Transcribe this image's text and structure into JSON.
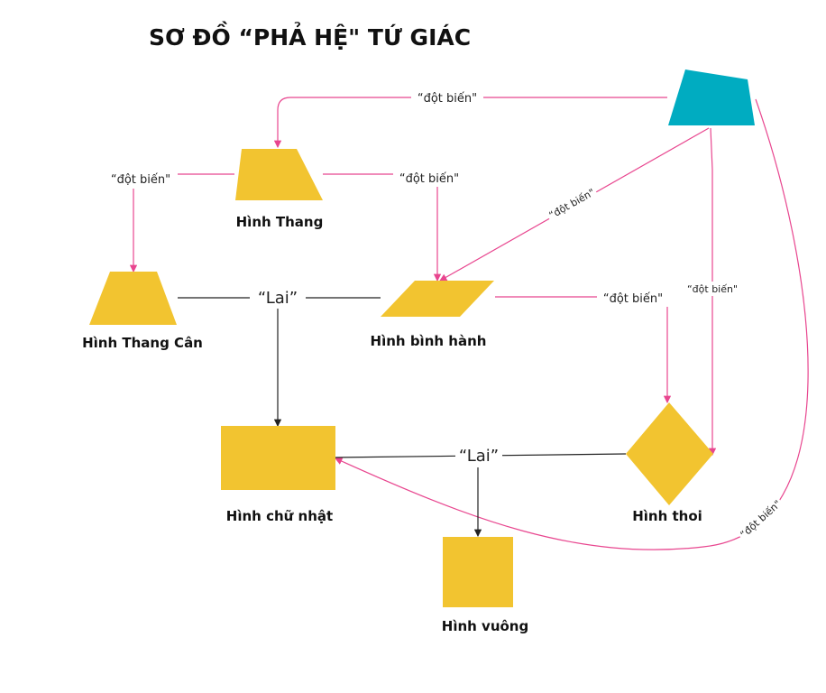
{
  "title": "SƠ ĐỒ “PHẢ HỆ\" TỨ GIÁC",
  "colors": {
    "shape_fill": "#f2c430",
    "root_fill": "#00acc1",
    "mutation_edge": "#e8468f",
    "cross_edge": "#222222"
  },
  "nodes": {
    "trapezoid": "Hình Thang",
    "isosceles_trapezoid": "Hình Thang Cân",
    "parallelogram": "Hình bình hành",
    "rectangle": "Hình chữ nhật",
    "rhombus": "Hình thoi",
    "square": "Hình vuông"
  },
  "edges": {
    "root_to_trapezoid": "“đột biến\"",
    "trapezoid_to_isosceles": "“đột biến\"",
    "trapezoid_to_parallelogram": "“đột biến\"",
    "root_to_parallelogram": "“đột biến\"",
    "parallelogram_to_rhombus": "“đột biến\"",
    "root_to_rhombus": "“đột biến\"",
    "root_to_rectangle": "“đột biến\"",
    "cross_isosceles_parallelogram": "“Lai”",
    "cross_rectangle_rhombus": "“Lai”"
  }
}
